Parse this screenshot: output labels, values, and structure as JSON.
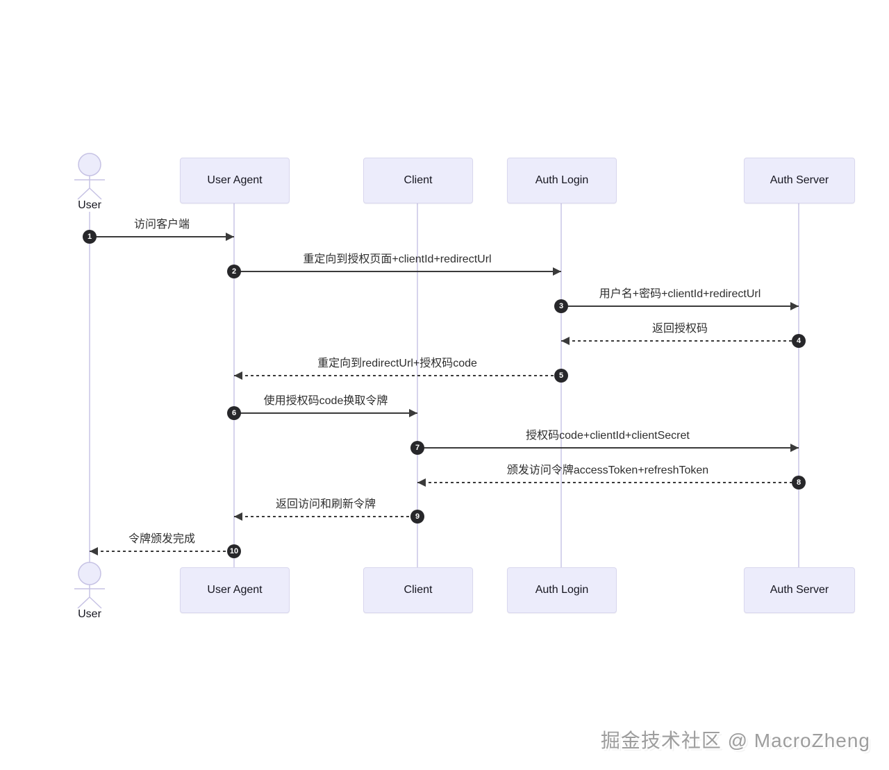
{
  "diagram": {
    "type": "sequence",
    "actors": [
      {
        "id": "user",
        "label": "User",
        "kind": "actor"
      },
      {
        "id": "user-agent",
        "label": "User Agent",
        "kind": "participant"
      },
      {
        "id": "client",
        "label": "Client",
        "kind": "participant"
      },
      {
        "id": "auth-login",
        "label": "Auth Login",
        "kind": "participant"
      },
      {
        "id": "auth-server",
        "label": "Auth Server",
        "kind": "participant"
      }
    ],
    "messages": [
      {
        "num": "1",
        "from": "User",
        "to": "User Agent",
        "style": "solid",
        "text": "访问客户端"
      },
      {
        "num": "2",
        "from": "User Agent",
        "to": "Auth Login",
        "style": "solid",
        "text": "重定向到授权页面+clientId+redirectUrl"
      },
      {
        "num": "3",
        "from": "Auth Login",
        "to": "Auth Server",
        "style": "solid",
        "text": "用户名+密码+clientId+redirectUrl"
      },
      {
        "num": "4",
        "from": "Auth Server",
        "to": "Auth Login",
        "style": "dashed",
        "text": "返回授权码"
      },
      {
        "num": "5",
        "from": "Auth Login",
        "to": "User Agent",
        "style": "dashed",
        "text": "重定向到redirectUrl+授权码code"
      },
      {
        "num": "6",
        "from": "User Agent",
        "to": "Client",
        "style": "solid",
        "text": "使用授权码code换取令牌"
      },
      {
        "num": "7",
        "from": "Client",
        "to": "Auth Server",
        "style": "solid",
        "text": "授权码code+clientId+clientSecret"
      },
      {
        "num": "8",
        "from": "Auth Server",
        "to": "Client",
        "style": "dashed",
        "text": "颁发访问令牌accessToken+refreshToken"
      },
      {
        "num": "9",
        "from": "Client",
        "to": "User Agent",
        "style": "dashed",
        "text": "返回访问和刷新令牌"
      },
      {
        "num": "10",
        "from": "User Agent",
        "to": "User",
        "style": "dashed",
        "text": "令牌颁发完成"
      }
    ],
    "colors": {
      "participant_fill": "#ececfb",
      "participant_border": "#d9d7ee",
      "lifeline": "#d6d3ec",
      "arrow": "#3a3a3a",
      "badge_bg": "#27272a",
      "badge_text": "#ffffff",
      "watermark_text": "#9d9d9d"
    },
    "watermark": "掘金技术社区 @ MacroZheng"
  }
}
